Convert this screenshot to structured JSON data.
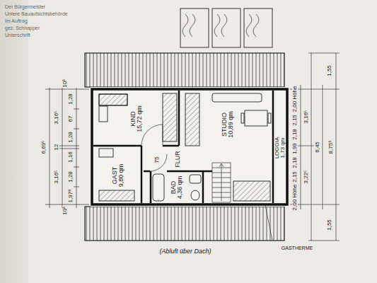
{
  "diagram": {
    "nodes": [
      {
        "text": [
          "KIND",
          "15,72 qm"
        ]
      },
      {
        "text": [
          "GAST",
          "9,80 qm"
        ]
      },
      {
        "text": [
          "FLUR"
        ]
      },
      {
        "text": [
          "BAD",
          "4,36 qm"
        ]
      },
      {
        "text": [
          "STUDIO",
          "10,89 qm"
        ]
      },
      {
        "text": [
          "LOGGIA",
          "1,73 qm"
        ]
      }
    ],
    "labels": [
      "6,69⁵",
      "3,16⁵",
      "3,16⁵",
      "12",
      "1,28",
      "67",
      "1,28",
      "1,16",
      "1,28",
      "1,97⁸",
      "10³",
      "10³",
      "1,55",
      "3,16⁵",
      "6,45",
      "8,75⁶",
      "3,22⁵",
      "1,55",
      "2,00 Höhe",
      "2,15",
      "2,18",
      "1,99",
      "2,18",
      "2,15",
      "2,00 Höhe",
      "75",
      "GASTHERME",
      "(Abluft über Dach)",
      "Der Bürgermeister",
      "Untere Bauaufsichtsbehörde",
      "Im Auftrag",
      "gez. Schnapper",
      "Unterschrift"
    ]
  }
}
